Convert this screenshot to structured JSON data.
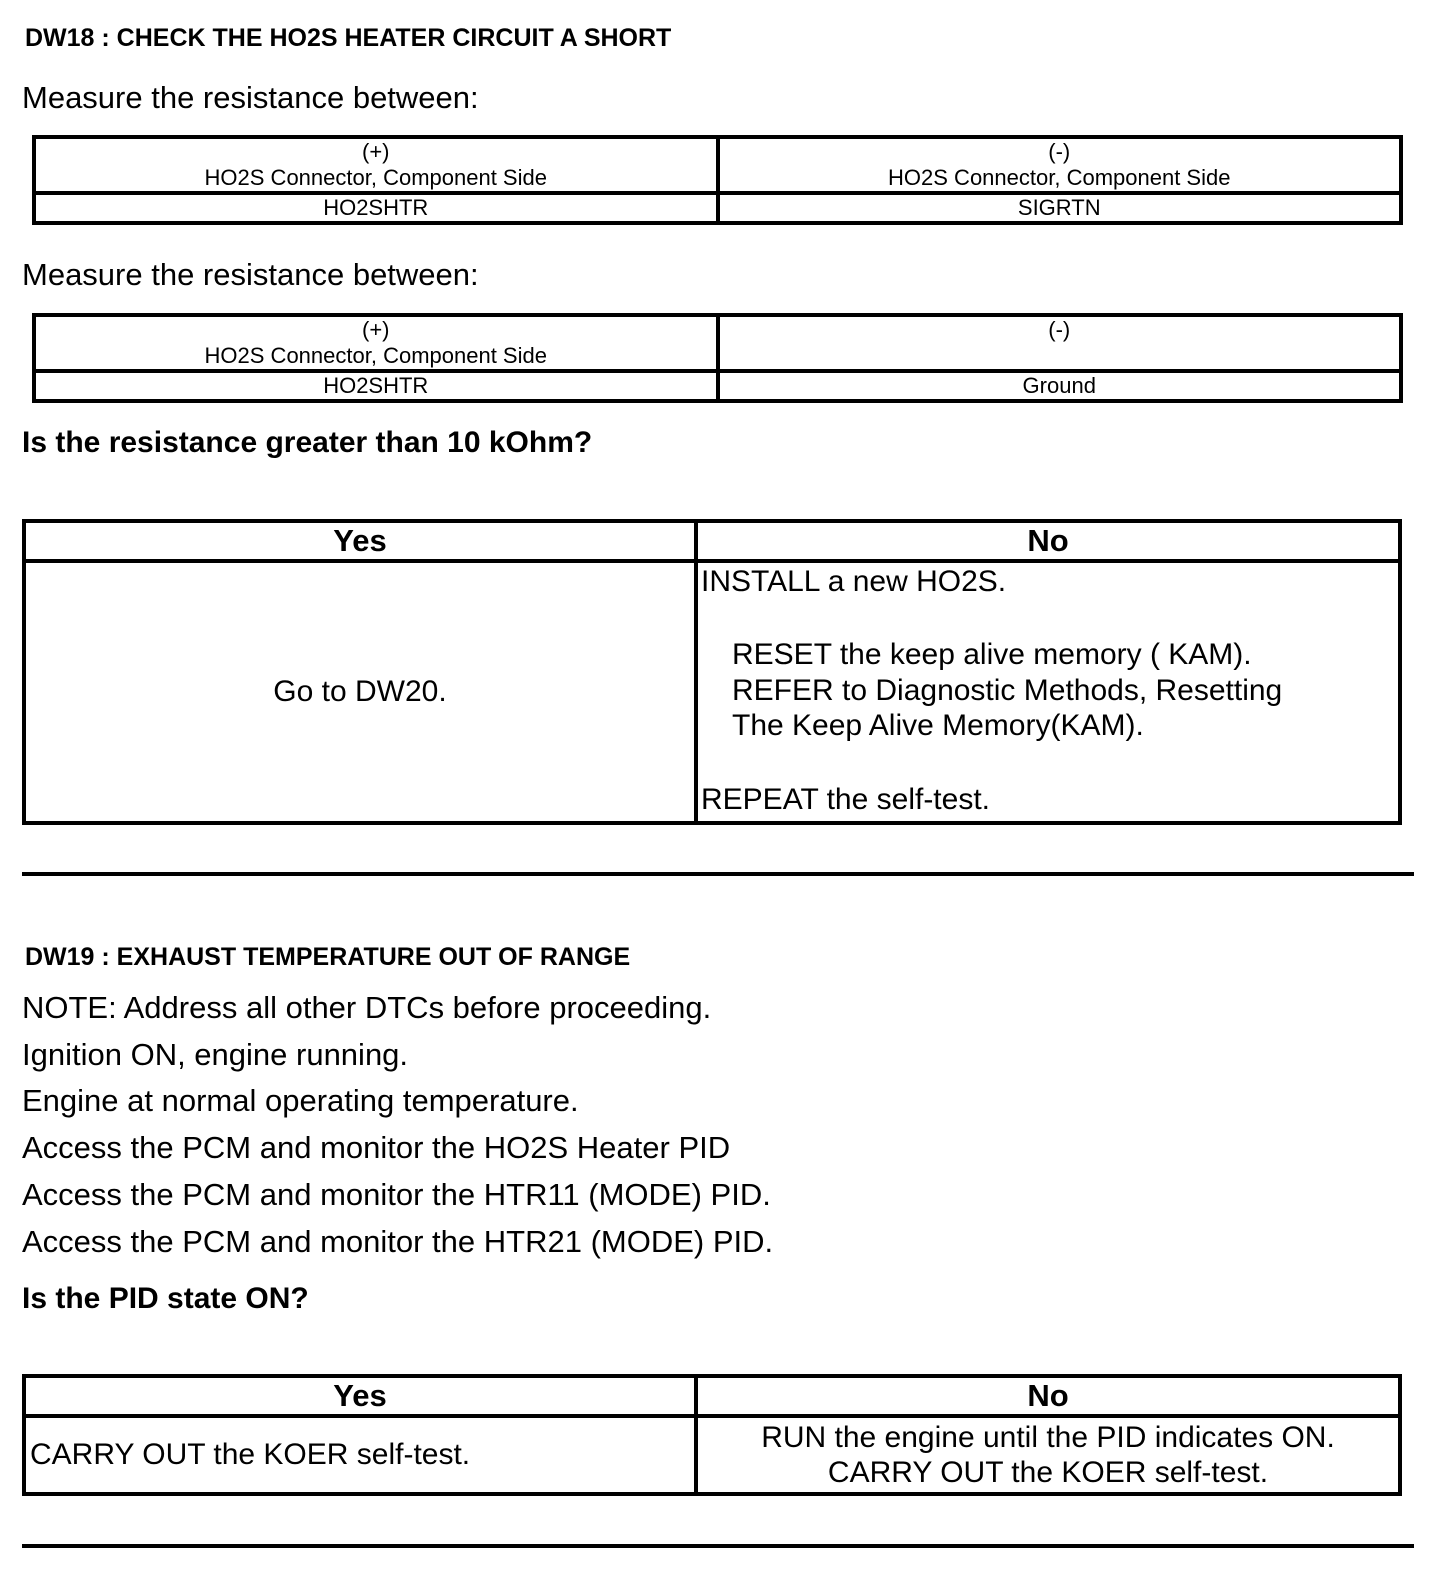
{
  "dw18": {
    "title": "DW18 : CHECK THE HO2S HEATER CIRCUIT A SHORT",
    "measure_1": {
      "intro": "Measure the resistance between:",
      "plus_sign": "(+)",
      "plus_label": "HO2S Connector, Component Side",
      "minus_sign": "(-)",
      "minus_label": "HO2S Connector, Component Side",
      "plus_pin": "HO2SHTR",
      "minus_pin": "SIGRTN"
    },
    "measure_2": {
      "intro": "Measure the resistance between:",
      "plus_sign": "(+)",
      "plus_label": "HO2S Connector, Component Side",
      "minus_sign": "(-)",
      "plus_pin": "HO2SHTR",
      "minus_pin": "Ground"
    },
    "question": "Is the resistance greater than 10 kOhm?",
    "decision": {
      "yes_header": "Yes",
      "no_header": "No",
      "yes_action": "Go to DW20.",
      "no_line_1": "INSTALL a new HO2S.",
      "no_line_2": "RESET the keep alive memory ( KAM).",
      "no_line_3": "REFER to Diagnostic Methods, Resetting",
      "no_line_4": "The Keep Alive Memory(KAM).",
      "no_line_5": "REPEAT the self-test."
    }
  },
  "dw19": {
    "title": "DW19 : EXHAUST TEMPERATURE OUT OF RANGE",
    "lines": [
      "NOTE: Address all other DTCs before proceeding.",
      "Ignition ON, engine running.",
      "Engine at normal operating temperature.",
      "Access the PCM and monitor the HO2S Heater PID",
      "Access the PCM and monitor the  HTR11 (MODE) PID.",
      "Access the PCM and monitor the  HTR21 (MODE) PID."
    ],
    "question": "Is the PID state ON?",
    "decision": {
      "yes_header": "Yes",
      "no_header": "No",
      "yes_action": "CARRY OUT the KOER self-test.",
      "no_line_1": "RUN the engine until the PID indicates ON.",
      "no_line_2": "CARRY OUT the KOER self-test."
    }
  }
}
